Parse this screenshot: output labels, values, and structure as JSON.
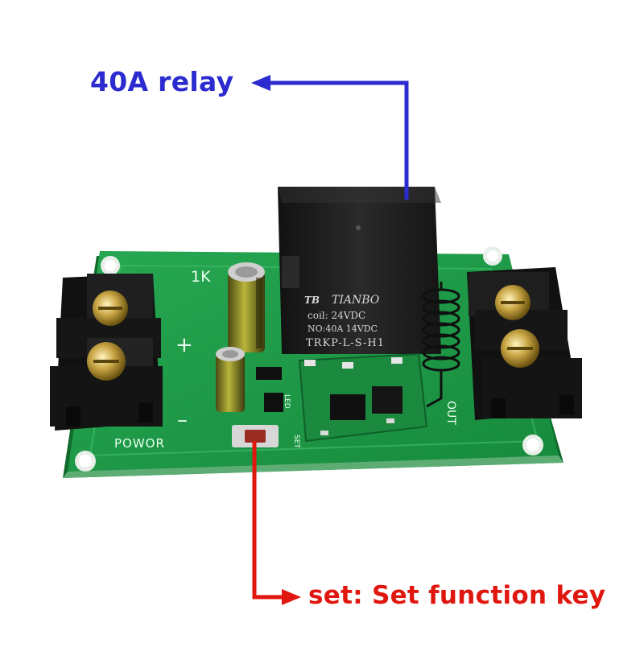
{
  "callouts": {
    "relay": {
      "text": "40A relay",
      "color": "#2b2bd0"
    },
    "set_key": {
      "text": "set: Set function key",
      "color": "#e0170f"
    }
  },
  "relay": {
    "brand": "TIANBO",
    "coil": "coil: 24VDC",
    "rating": "NO:40A 14VDC",
    "model": "TRKP-L-S-H1"
  },
  "silkscreen": {
    "resistor": "1K",
    "plus_mark": "+",
    "minus_mark": "–",
    "power": "POWOR",
    "out": "OUT",
    "led": "LED",
    "set": "SET"
  },
  "colors": {
    "pcb": "#1f9a45",
    "pcb_dark": "#137a33",
    "terminal": "#1a1a1a",
    "relay_body": "#1c1c1c"
  }
}
